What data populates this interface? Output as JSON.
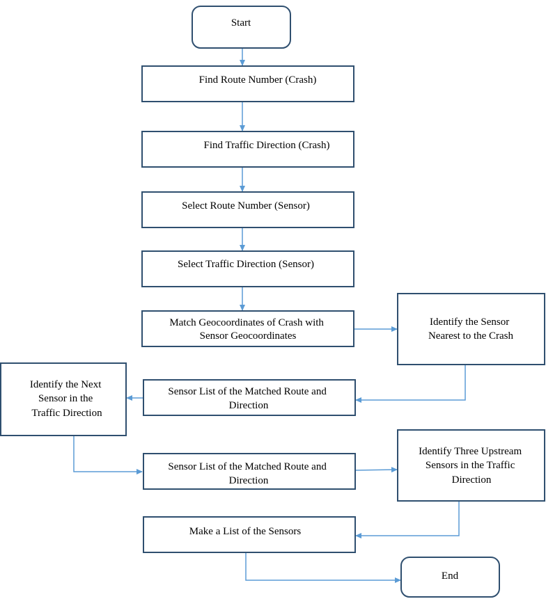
{
  "colors": {
    "node_border": "#2f4f6f",
    "connector": "#5b9bd5",
    "text": "#000000",
    "background": "#ffffff"
  },
  "nodes": {
    "start": {
      "lines": [
        "Start"
      ]
    },
    "find_route": {
      "lines": [
        "Find Route Number (Crash)"
      ]
    },
    "find_direction": {
      "lines": [
        "Find Traffic Direction (Crash)"
      ]
    },
    "select_route": {
      "lines": [
        "Select Route Number (Sensor)"
      ]
    },
    "select_direction": {
      "lines": [
        "Select Traffic Direction (Sensor)"
      ]
    },
    "match_geo": {
      "lines": [
        "Match Geocoordinates of Crash with",
        "Sensor Geocoordinates"
      ]
    },
    "identify_nearest": {
      "lines": [
        "Identify the Sensor",
        "Nearest to the Crash"
      ]
    },
    "sensor_list_1": {
      "lines": [
        "Sensor List of the Matched Route and",
        "Direction"
      ]
    },
    "identify_next": {
      "lines": [
        "Identify the Next",
        "Sensor in the",
        "Traffic Direction"
      ]
    },
    "sensor_list_2": {
      "lines": [
        "Sensor List of the Matched Route and",
        "Direction"
      ]
    },
    "identify_upstream": {
      "lines": [
        "Identify Three Upstream",
        "Sensors in the Traffic",
        "Direction"
      ]
    },
    "make_list": {
      "lines": [
        "Make a List of the Sensors"
      ]
    },
    "end": {
      "lines": [
        "End"
      ]
    }
  }
}
